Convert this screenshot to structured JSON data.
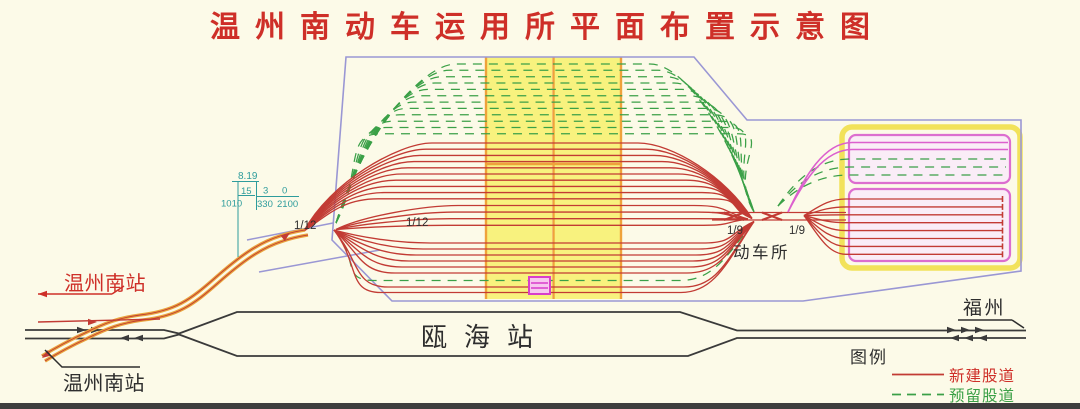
{
  "title": "温州南动车运用所平面布置示意图",
  "stations": {
    "wenzhou_south_upper": "温州南站",
    "wenzhou_south_lower": "温州南站",
    "ouhai": "瓯海站",
    "fuzhou": "福州",
    "depot": "动车所"
  },
  "legend": {
    "heading": "图例",
    "new_track": "新建股道",
    "reserved_track": "预留股道"
  },
  "turnout_labels": {
    "left_a": "1/12",
    "left_b": "1/12",
    "right_a": "1/9",
    "right_b": "1/9"
  },
  "gradient_table": {
    "elevation": "8.19",
    "grades": [
      "15",
      "3",
      "0"
    ],
    "lengths": [
      "1010",
      "330",
      "2100"
    ]
  },
  "colors": {
    "background": "#FCFAE8",
    "title": "#CE2F28",
    "new_track": "#C23B34",
    "reserved_track": "#3BA047",
    "main_line": "#3A3A3A",
    "approach_track": "#E8A33D",
    "boundary": "#9A97D4",
    "highlight": "#F6EF55",
    "highlight_edge": "#EFA23B",
    "building": "#DC5FCE",
    "table": "#2E9C9C"
  },
  "diagram": {
    "reserved_yard_rows": 12,
    "storage_upper_rows": 10,
    "storage_middle_rows": 4,
    "storage_lower_rows": 8,
    "right_yard_new_rows": 8,
    "right_yard_reserved_rows": 3,
    "right_yard_pink_rows": 2
  }
}
